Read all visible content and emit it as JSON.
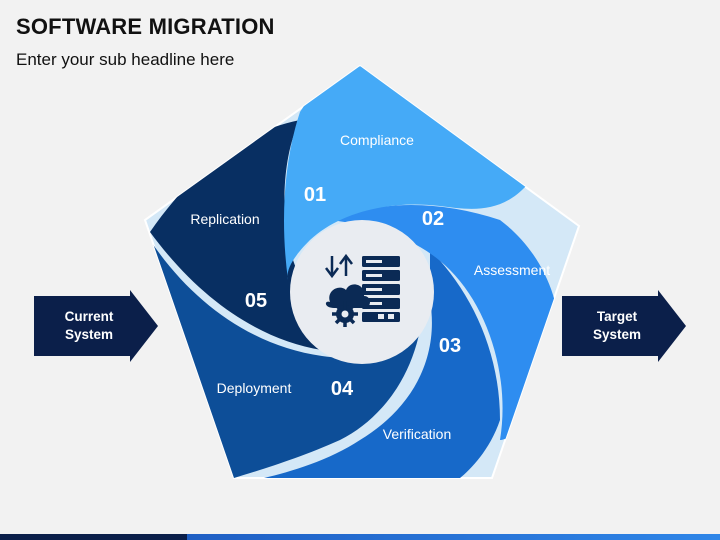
{
  "header": {
    "title": "SOFTWARE MIGRATION",
    "subtitle": "Enter your sub headline here"
  },
  "arrows": {
    "left": "Current\nSystem",
    "right": "Target\nSystem"
  },
  "segments": [
    {
      "number": "01",
      "label": "Compliance",
      "color": "#45aaf7"
    },
    {
      "number": "02",
      "label": "Assessment",
      "color": "#2e8df0"
    },
    {
      "number": "03",
      "label": "Verification",
      "color": "#1769c9"
    },
    {
      "number": "04",
      "label": "Deployment",
      "color": "#0d4e98"
    },
    {
      "number": "05",
      "label": "Replication",
      "color": "#082f62"
    }
  ],
  "center_icon": "server-migration-icon",
  "colors": {
    "arrow_fill": "#0b1f4a",
    "pentagon_frame": "#d4e8f7",
    "center_fill": "#e9ecf1",
    "icon_color": "#0b2a55"
  }
}
